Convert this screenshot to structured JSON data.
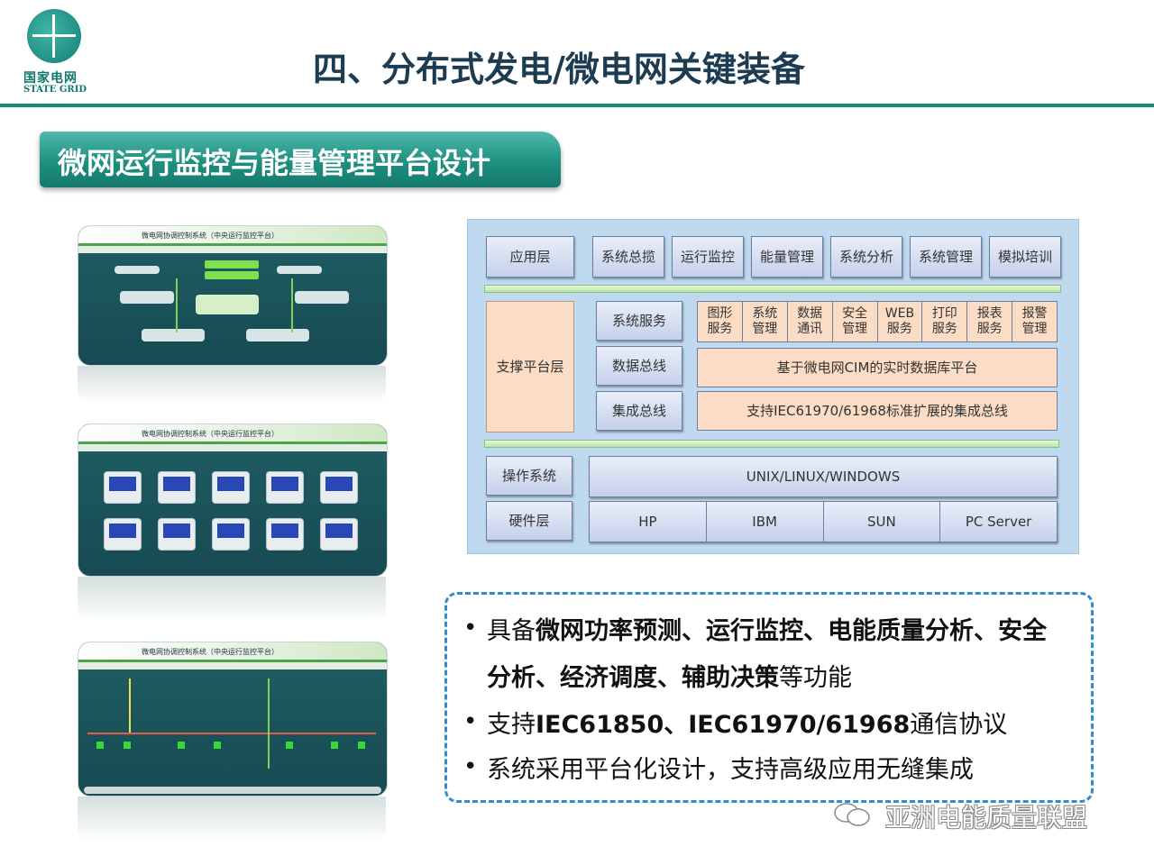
{
  "header": {
    "logo_cn": "国家电网",
    "logo_en": "STATE GRID",
    "title": "四、分布式发电/微电网关键装备"
  },
  "section": {
    "title": "微网运行监控与能量管理平台设计"
  },
  "screenshots": {
    "window_title": "微电网协调控制系统（中央运行监控平台）"
  },
  "architecture": {
    "application_layer": {
      "label": "应用层",
      "modules": [
        "系统总揽",
        "运行监控",
        "能量管理",
        "系统分析",
        "系统管理",
        "模拟培训"
      ]
    },
    "support_layer": {
      "label": "支撑平台层",
      "system_service": "系统服务",
      "services": [
        {
          "line1": "图形",
          "line2": "服务"
        },
        {
          "line1": "系统",
          "line2": "管理"
        },
        {
          "line1": "数据",
          "line2": "通讯"
        },
        {
          "line1": "安全",
          "line2": "管理"
        },
        {
          "line1": "WEB",
          "line2": "服务"
        },
        {
          "line1": "打印",
          "line2": "服务"
        },
        {
          "line1": "报表",
          "line2": "服务"
        },
        {
          "line1": "报警",
          "line2": "管理"
        }
      ],
      "data_bus": "数据总线",
      "data_bus_desc": "基于微电网CIM的实时数据库平台",
      "integration_bus": "集成总线",
      "integration_bus_desc": "支持IEC61970/61968标准扩展的集成总线"
    },
    "os_layer": {
      "label": "操作系统",
      "value": "UNIX/LINUX/WINDOWS"
    },
    "hardware_layer": {
      "label": "硬件层",
      "vendors": [
        "HP",
        "IBM",
        "SUN",
        "PC Server"
      ]
    }
  },
  "features": {
    "item1_prefix": "具备",
    "item1_bold": "微网功率预测、运行监控、电能质量分析、安全",
    "item1_bold2": "分析、经济调度、辅助决策",
    "item1_suffix": "等功能",
    "item2_prefix": "支持",
    "item2_bold": "IEC61850、IEC61970/61968",
    "item2_suffix": "通信协议",
    "item3": "系统采用平台化设计，支持高级应用无缝集成"
  },
  "watermark": {
    "text": "亚洲电能质量联盟"
  },
  "colors": {
    "accent": "#178a7c",
    "title": "#1d3c52",
    "dash_border": "#2f8ec7",
    "peach": "#fbdcc5",
    "panel_bg": "#bfd9f0"
  }
}
